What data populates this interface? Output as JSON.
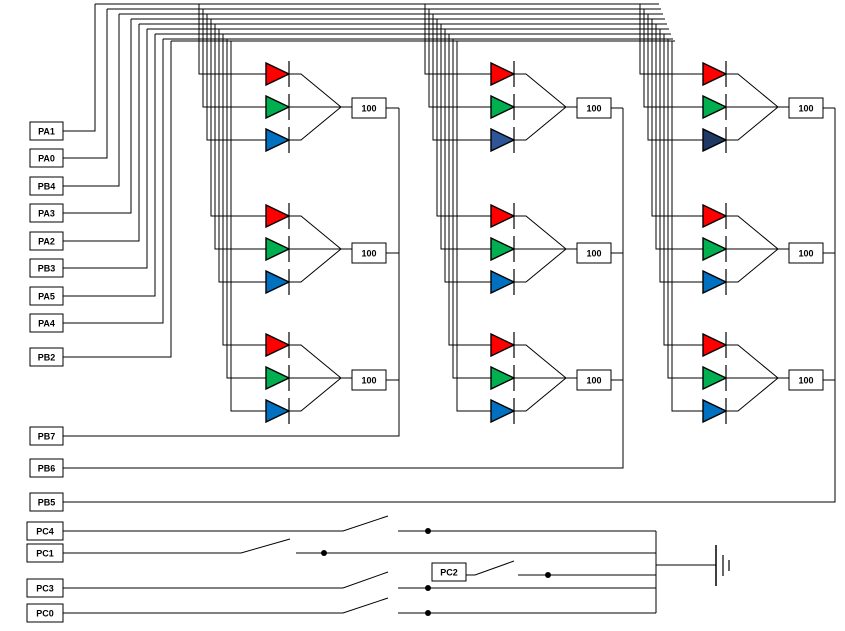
{
  "pins_left": [
    "PA1",
    "PA0",
    "PB4",
    "PA3",
    "PA2",
    "PB3",
    "PA5",
    "PA4",
    "PB2"
  ],
  "pins_row": [
    "PB7",
    "PB6",
    "PB5"
  ],
  "pins_switch": [
    "PC4",
    "PC1",
    "PC3",
    "PC0"
  ],
  "aux_pin": "PC2",
  "resistor_label": "100",
  "led_colors": {
    "red": "#ff0000",
    "green": "#00b050",
    "blue": "#0070c0",
    "dark_blue": "#1f3864",
    "mid_blue": "#2e5597"
  }
}
